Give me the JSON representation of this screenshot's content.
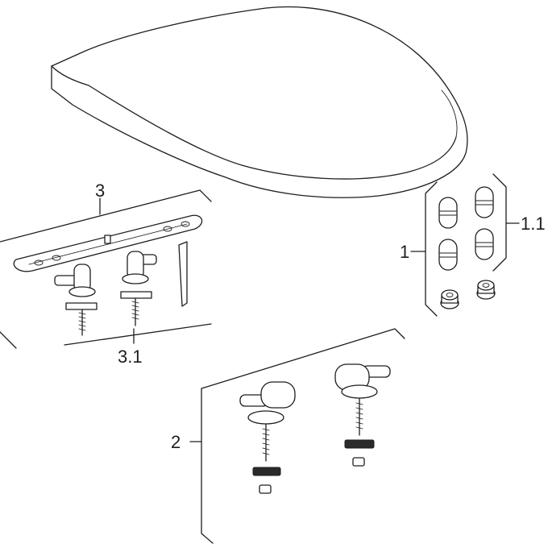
{
  "labels": {
    "seat_lid": "",
    "part_1": "1",
    "part_1_1": "1.1",
    "part_2": "2",
    "part_3": "3",
    "part_3_1": "3.1"
  },
  "colors": {
    "line": "#1e1e1e",
    "background": "#ffffff"
  }
}
